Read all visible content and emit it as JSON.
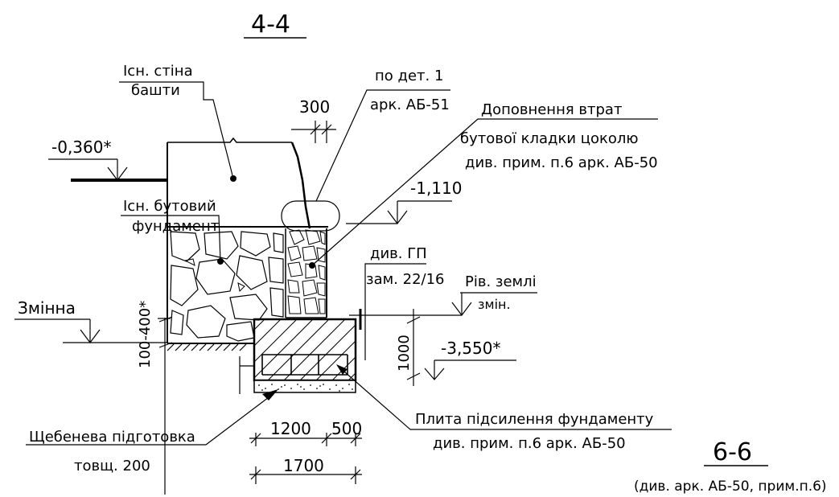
{
  "sections": {
    "top_title": "4-4",
    "bottom_title": "6-6",
    "bottom_reference": "(див. арк. АБ-50, прим.п.6)"
  },
  "labels": {
    "existing_tower_wall": [
      "Існ. стіна",
      "башти"
    ],
    "detail_ref": [
      "по дет. 1",
      "арк. АБ-51"
    ],
    "masonry_loss": [
      "Доповнення втрат",
      "бутової кладки цоколю",
      "див. прим. п.6 арк. АБ-50"
    ],
    "existing_foundation": [
      "Існ. бутовий",
      "фундамент"
    ],
    "gp_ref": [
      "див. ГП",
      "зам. 22/16"
    ],
    "ground_level": [
      "Рів. землі",
      "змін."
    ],
    "variable": "Змінна",
    "gravel_bed": [
      "Щебенева підготовка",
      "товщ. 200"
    ],
    "reinforcing_slab": [
      "Плита підсилення фундаменту",
      "див. прим. п.6 арк. АБ-50"
    ]
  },
  "levels": {
    "top": "-0,360*",
    "middle": "-1,110",
    "bottom": "-3,550*"
  },
  "dimensions": {
    "d300": "300",
    "d100_400": "100-400*",
    "d1000": "1000",
    "d1200": "1200",
    "d500": "500",
    "d1700": "1700"
  }
}
